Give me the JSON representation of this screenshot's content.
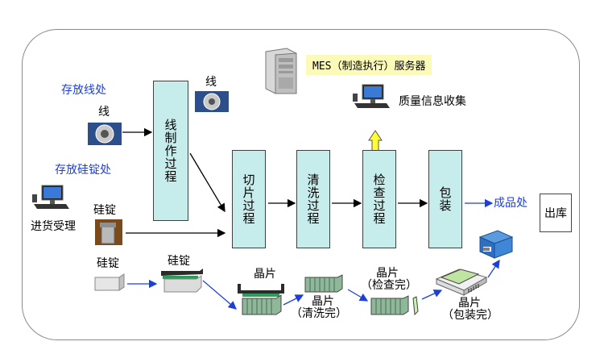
{
  "server": {
    "label": "MES（制造执行）服务器"
  },
  "quality": {
    "label": "质量信息收集"
  },
  "storage": {
    "wire": "存放线处",
    "ingot": "存放硅锭处",
    "product": "成品处"
  },
  "materials": {
    "wire_left": "线",
    "wire_right": "线",
    "ingot": "硅锭",
    "ingot_bottom": "硅锭",
    "ingot_holder": "硅锭"
  },
  "receiving": {
    "label": "进货受理"
  },
  "processes": [
    {
      "label": "线制作过程"
    },
    {
      "label": "切片过程"
    },
    {
      "label": "清洗过程"
    },
    {
      "label": "检查过程"
    },
    {
      "label": "包装"
    }
  ],
  "output": {
    "label": "出库"
  },
  "wafers": {
    "cut": "晶片",
    "cleaned_1": "晶片",
    "cleaned_2": "（清洗完）",
    "inspected_1": "晶片",
    "inspected_2": "（检查完）",
    "packed_1": "晶片",
    "packed_2": "（包装完）"
  },
  "colors": {
    "process_fill": "#c7ecec",
    "storage_text": "#1c3fd8",
    "server_label_bg": "#fbfab8",
    "frame_border": "#8a8a8a",
    "up_arrow": "#ffff33"
  }
}
